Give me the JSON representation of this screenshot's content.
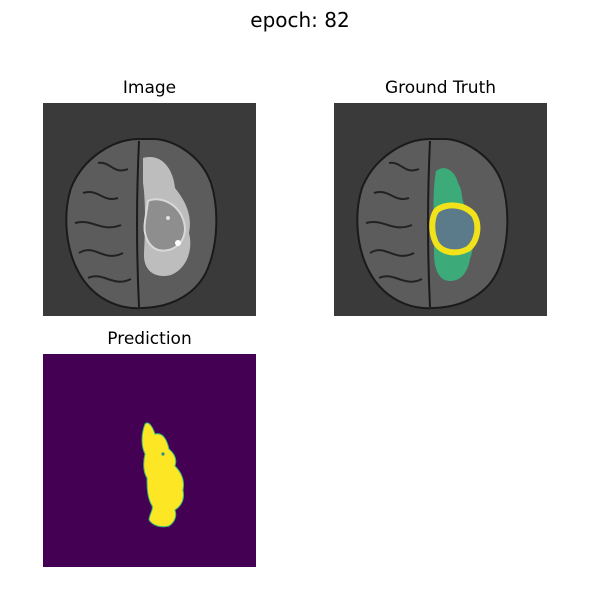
{
  "figure": {
    "title": "epoch: 82"
  },
  "panels": [
    {
      "title": "Image"
    },
    {
      "title": "Ground Truth"
    },
    {
      "title": "Prediction"
    }
  ],
  "colors": {
    "background": "#3a3a3a",
    "brain_gray": "#6b6b6b",
    "edema_green": "#3daa7a",
    "tumor_core": "#5b7a8a",
    "boundary_yellow": "#f2e21a",
    "prediction_background": "#440154",
    "prediction_mask": "#fde725"
  }
}
